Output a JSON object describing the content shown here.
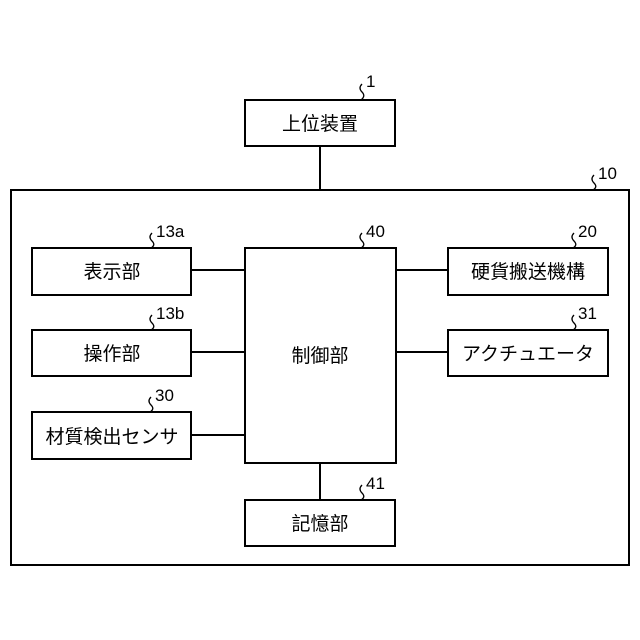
{
  "diagram": {
    "blocks": {
      "host": {
        "label": "上位装置",
        "ref": "1"
      },
      "device": {
        "label": "",
        "ref": "10"
      },
      "display": {
        "label": "表示部",
        "ref": "13a"
      },
      "operation": {
        "label": "操作部",
        "ref": "13b"
      },
      "material_sensor": {
        "label": "材質検出センサ",
        "ref": "30"
      },
      "controller": {
        "label": "制御部",
        "ref": "40"
      },
      "coin_mechanism": {
        "label": "硬貨搬送機構",
        "ref": "20"
      },
      "actuator": {
        "label": "アクチュエータ",
        "ref": "31"
      },
      "storage": {
        "label": "記憶部",
        "ref": "41"
      }
    }
  }
}
